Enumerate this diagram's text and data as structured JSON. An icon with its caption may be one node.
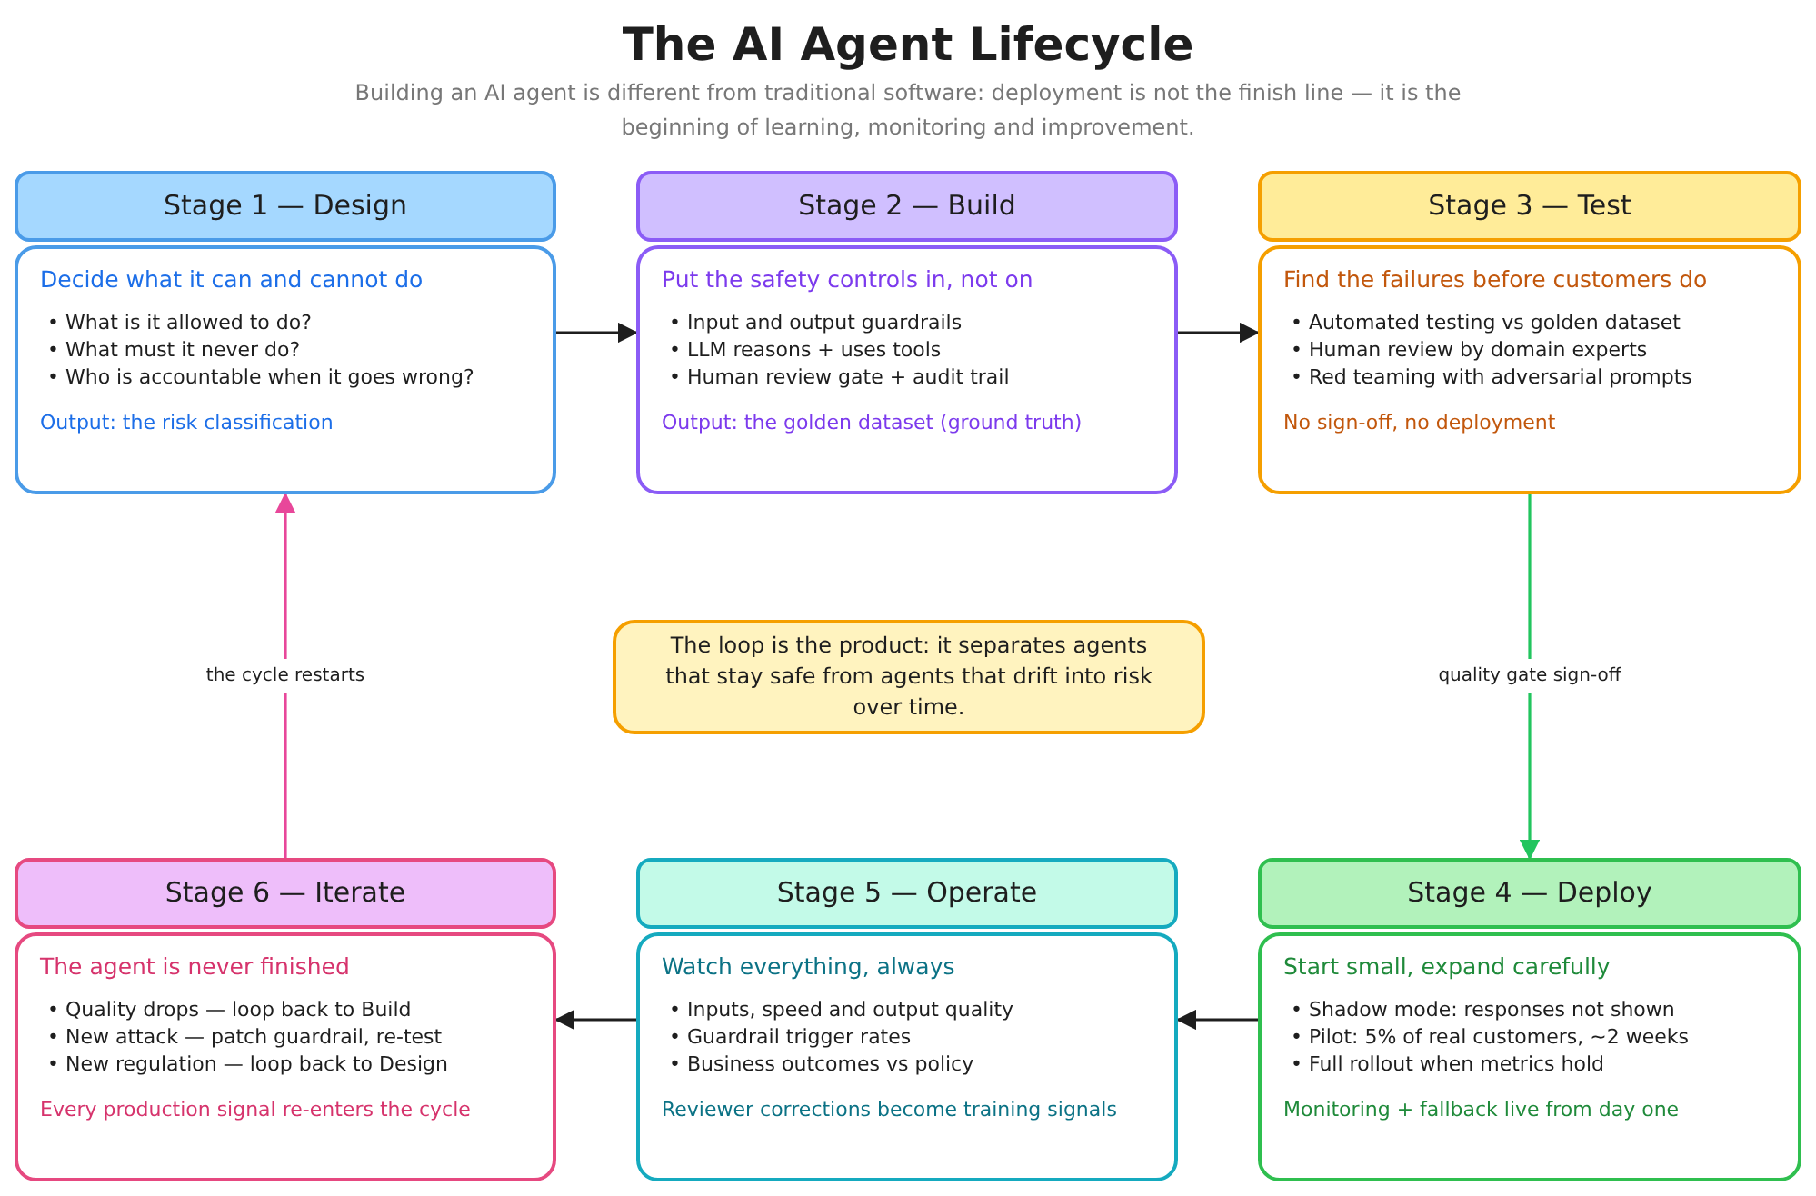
{
  "diagram": {
    "title": "The AI Agent Lifecycle",
    "nodes": [
      {
        "text": [
          "Stage 1 — Design"
        ]
      },
      {
        "text": [
          "Decide what it can and cannot do",
          "• What is it allowed to do?",
          "• What must it never do?",
          "• Who is accountable when it goes wrong?",
          "Output: the risk classification"
        ]
      },
      {
        "text": [
          "Stage 2 — Build"
        ]
      },
      {
        "text": [
          "Put the safety controls in, not on",
          "• Input and output guardrails",
          "• LLM reasons + uses tools",
          "• Human review gate + audit trail",
          "Output: the golden dataset (ground truth)"
        ]
      },
      {
        "text": [
          "Stage 3 — Test"
        ]
      },
      {
        "text": [
          "Find the failures before customers do",
          "• Automated testing vs golden dataset",
          "• Human review by domain experts",
          "• Red teaming with adversarial prompts",
          "No sign-off, no deployment"
        ]
      },
      {
        "text": [
          "The loop is the product: it separates agents that stay safe from agents that drift into risk over time."
        ]
      },
      {
        "text": [
          "Stage 6 — Iterate"
        ]
      },
      {
        "text": [
          "The agent is never finished",
          "• Quality drops — loop back to Build",
          "• New attack — patch guardrail, re-test",
          "• New regulation — loop back to Design",
          "Every production signal re-enters the cycle"
        ]
      },
      {
        "text": [
          "Stage 5 — Operate"
        ]
      },
      {
        "text": [
          "Watch everything, always",
          "• Inputs, speed and output quality",
          "• Guardrail trigger rates",
          "• Business outcomes vs policy",
          "Reviewer corrections become training signals"
        ]
      },
      {
        "text": [
          "Stage 4 — Deploy"
        ]
      },
      {
        "text": [
          "Start small, expand carefully",
          "• Shadow mode: responses not shown",
          "• Pilot: 5% of real customers, ~2 weeks",
          "• Full rollout when metrics hold",
          "Monitoring + fallback live from day one"
        ]
      }
    ],
    "edges": [
      {
        "from": 1,
        "to": 3,
        "arrow": "to"
      },
      {
        "from": 3,
        "to": 5,
        "arrow": "to"
      },
      {
        "from": 5,
        "to": 11,
        "arrow": "to",
        "label": "quality gate sign-off",
        "color": "#22c55e"
      },
      {
        "from": 12,
        "to": 10,
        "arrow": "to"
      },
      {
        "from": 10,
        "to": 8,
        "arrow": "to"
      },
      {
        "from": 7,
        "to": 1,
        "arrow": "to",
        "label": "the cycle restarts",
        "color": "#e8479a"
      }
    ],
    "labels": [
      "Building an AI agent is different from traditional software: deployment is not the finish line — it is the beginning of learning, monitoring and improvement."
    ]
  }
}
